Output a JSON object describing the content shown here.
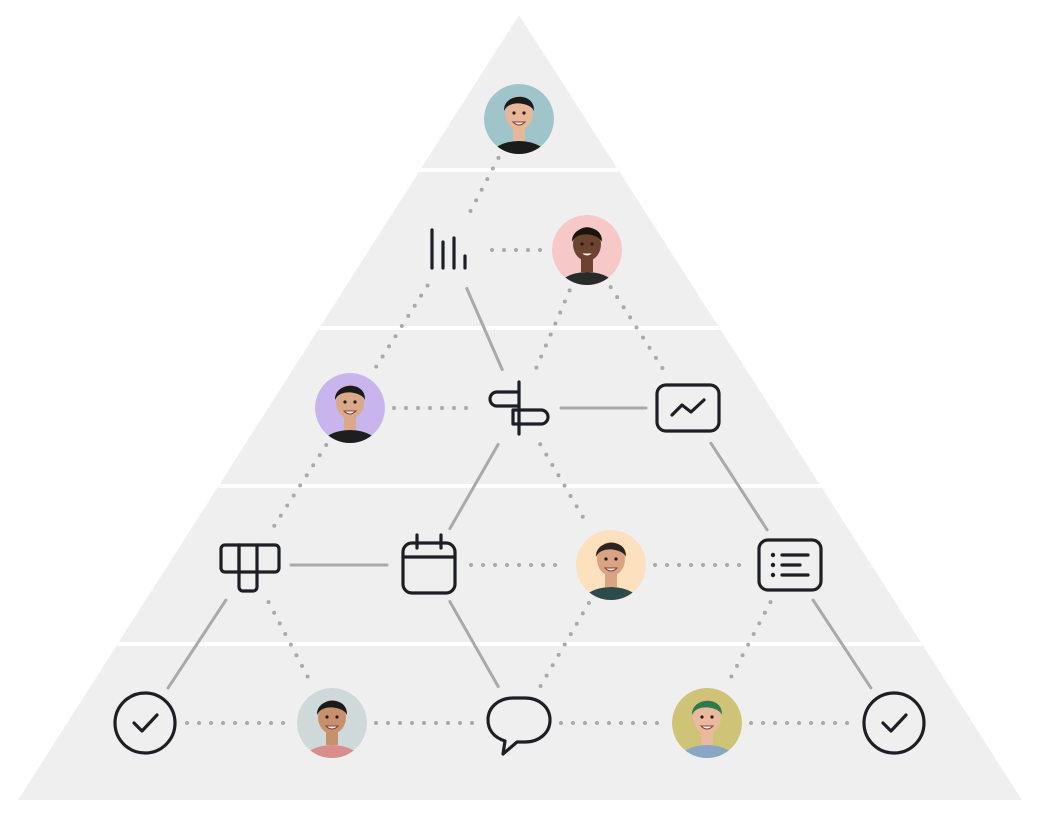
{
  "diagram": {
    "colors": {
      "triangle_fill": "#efeff0",
      "band_divider": "#ffffff",
      "edge": "#a9a9ab",
      "icon_stroke": "#1d1f24"
    },
    "nodes": [
      {
        "id": "a1",
        "kind": "avatar",
        "bg": "#9fc4c9",
        "skin": "#e7b79a",
        "hair": "#1a1a1a",
        "shirt": "#1b1b1b"
      },
      {
        "id": "bar",
        "kind": "icon",
        "icon": "bar-chart-icon"
      },
      {
        "id": "a2",
        "kind": "avatar",
        "bg": "#f6c8c8",
        "skin": "#6b4330",
        "hair": "#1a1411",
        "shirt": "#2a2a2a"
      },
      {
        "id": "a3",
        "kind": "avatar",
        "bg": "#c8b5ee",
        "skin": "#d9a98a",
        "hair": "#1b1b1b",
        "shirt": "#1e1e1e"
      },
      {
        "id": "sign",
        "kind": "icon",
        "icon": "signpost-icon"
      },
      {
        "id": "trend",
        "kind": "icon",
        "icon": "trend-chart-icon"
      },
      {
        "id": "kanban",
        "kind": "icon",
        "icon": "kanban-board-icon"
      },
      {
        "id": "cal",
        "kind": "icon",
        "icon": "calendar-icon"
      },
      {
        "id": "a4",
        "kind": "avatar",
        "bg": "#fde0bd",
        "skin": "#d9a384",
        "hair": "#2b2420",
        "shirt": "#2f4a4a"
      },
      {
        "id": "list",
        "kind": "icon",
        "icon": "list-icon"
      },
      {
        "id": "c1",
        "kind": "icon",
        "icon": "check-circle-icon"
      },
      {
        "id": "a5",
        "kind": "avatar",
        "bg": "#cfd9d9",
        "skin": "#c8916d",
        "hair": "#1a1a1a",
        "shirt": "#d98e8e"
      },
      {
        "id": "chat",
        "kind": "icon",
        "icon": "chat-bubble-icon"
      },
      {
        "id": "a6",
        "kind": "avatar",
        "bg": "#cfc377",
        "skin": "#eab9a0",
        "hair": "#2f7a4a",
        "shirt": "#8aa6c6"
      },
      {
        "id": "c2",
        "kind": "icon",
        "icon": "check-circle-icon"
      }
    ],
    "edges": [
      {
        "from": "a1",
        "to": "bar",
        "style": "dotted"
      },
      {
        "from": "bar",
        "to": "a2",
        "style": "dotted"
      },
      {
        "from": "bar",
        "to": "a3",
        "style": "dotted"
      },
      {
        "from": "bar",
        "to": "sign",
        "style": "solid"
      },
      {
        "from": "a2",
        "to": "sign",
        "style": "dotted"
      },
      {
        "from": "a2",
        "to": "trend",
        "style": "dotted"
      },
      {
        "from": "a3",
        "to": "sign",
        "style": "dotted"
      },
      {
        "from": "sign",
        "to": "trend",
        "style": "solid"
      },
      {
        "from": "a3",
        "to": "kanban",
        "style": "dotted"
      },
      {
        "from": "sign",
        "to": "cal",
        "style": "solid"
      },
      {
        "from": "sign",
        "to": "a4",
        "style": "dotted"
      },
      {
        "from": "trend",
        "to": "list",
        "style": "solid"
      },
      {
        "from": "kanban",
        "to": "cal",
        "style": "solid"
      },
      {
        "from": "cal",
        "to": "a4",
        "style": "dotted"
      },
      {
        "from": "a4",
        "to": "list",
        "style": "dotted"
      },
      {
        "from": "kanban",
        "to": "c1",
        "style": "solid"
      },
      {
        "from": "kanban",
        "to": "a5",
        "style": "dotted"
      },
      {
        "from": "cal",
        "to": "chat",
        "style": "solid"
      },
      {
        "from": "a4",
        "to": "chat",
        "style": "dotted"
      },
      {
        "from": "list",
        "to": "a6",
        "style": "dotted"
      },
      {
        "from": "list",
        "to": "c2",
        "style": "solid"
      },
      {
        "from": "c1",
        "to": "a5",
        "style": "dotted"
      },
      {
        "from": "a5",
        "to": "chat",
        "style": "dotted"
      },
      {
        "from": "chat",
        "to": "a6",
        "style": "dotted"
      },
      {
        "from": "a6",
        "to": "c2",
        "style": "dotted"
      }
    ]
  }
}
